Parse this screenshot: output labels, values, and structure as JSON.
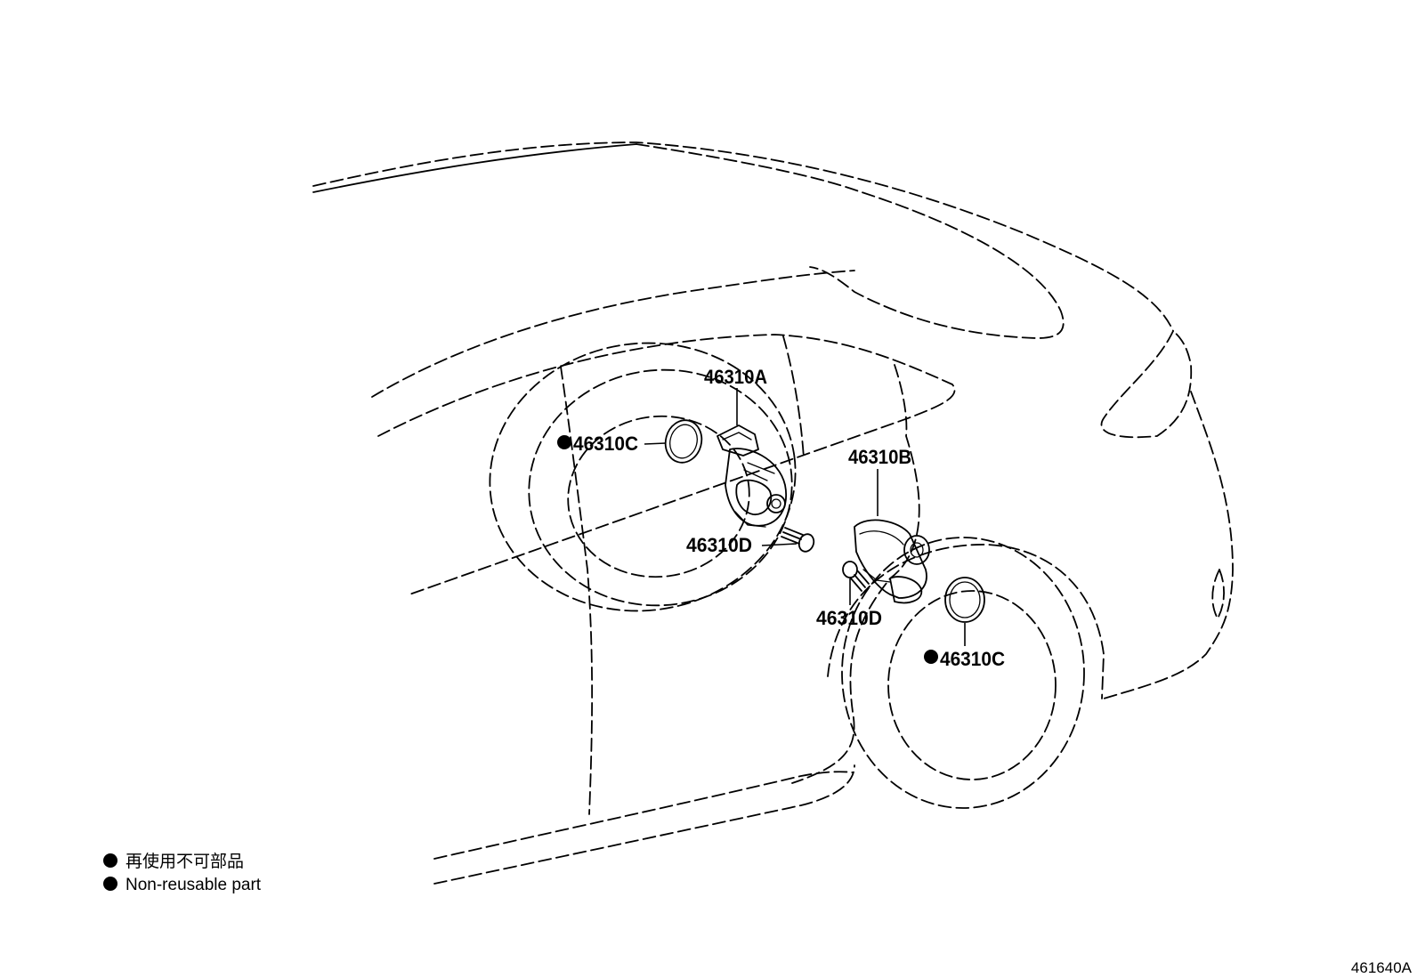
{
  "callouts": {
    "part_a": "46310A",
    "part_b": "46310B",
    "part_c_left": "46310C",
    "part_c_right": "46310C",
    "part_d_left": "46310D",
    "part_d_right": "46310D"
  },
  "legend": {
    "japanese": "再使用不可部品",
    "english": "Non-reusable part"
  },
  "figure_id": "461640A"
}
